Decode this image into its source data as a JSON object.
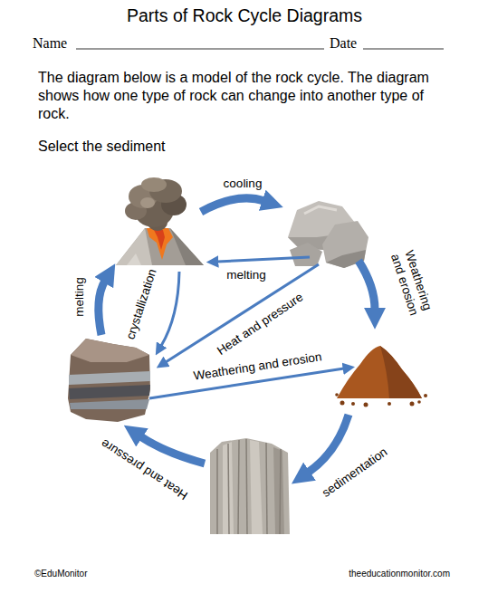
{
  "diagram": {
    "title": "Parts of Rock Cycle Diagrams",
    "labels": [
      "Name",
      "Date",
      "The diagram below is a model of the rock cycle. The diagram shows how one type of rock can change into another type of rock.",
      "Select the sediment",
      "cooling",
      "melting",
      "Weathering and erosion",
      "Heat and pressure",
      "melting",
      "crystallization",
      "Weathering and erosion",
      "sedimentation",
      "Heat and pressure",
      "©EduMonitor",
      "theeducationmonitor.com"
    ]
  }
}
